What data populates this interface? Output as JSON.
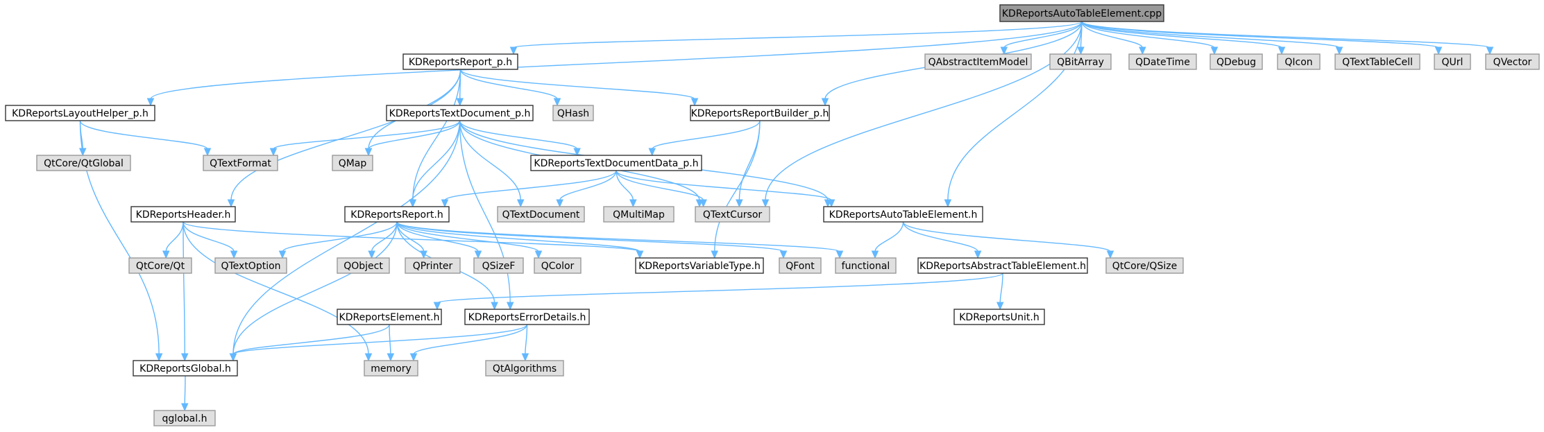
{
  "diagram": {
    "type": "include-dependency-graph",
    "colors": {
      "edge": "#63b8ff",
      "root_fill": "#999999",
      "project_fill": "#ffffff",
      "external_fill": "#e0e0e0",
      "project_stroke": "#333333",
      "external_stroke": "#999999"
    },
    "nodes": [
      {
        "id": "root",
        "label": "KDReportsAutoTableElement.cpp",
        "kind": "root"
      },
      {
        "id": "report_p",
        "label": "KDReportsReport_p.h",
        "kind": "project"
      },
      {
        "id": "qabstractitemmodel",
        "label": "QAbstractItemModel",
        "kind": "external"
      },
      {
        "id": "qbitarray",
        "label": "QBitArray",
        "kind": "external"
      },
      {
        "id": "qdatetime",
        "label": "QDateTime",
        "kind": "external"
      },
      {
        "id": "qdebug",
        "label": "QDebug",
        "kind": "external"
      },
      {
        "id": "qicon",
        "label": "QIcon",
        "kind": "external"
      },
      {
        "id": "qtexttablecell",
        "label": "QTextTableCell",
        "kind": "external"
      },
      {
        "id": "qurl",
        "label": "QUrl",
        "kind": "external"
      },
      {
        "id": "qvector",
        "label": "QVector",
        "kind": "external"
      },
      {
        "id": "layouthelper",
        "label": "KDReportsLayoutHelper_p.h",
        "kind": "project"
      },
      {
        "id": "textdocument_p",
        "label": "KDReportsTextDocument_p.h",
        "kind": "project"
      },
      {
        "id": "qhash",
        "label": "QHash",
        "kind": "external"
      },
      {
        "id": "reportbuilder",
        "label": "KDReportsReportBuilder_p.h",
        "kind": "project"
      },
      {
        "id": "qtglobal",
        "label": "QtCore/QtGlobal",
        "kind": "external"
      },
      {
        "id": "qtextformat",
        "label": "QTextFormat",
        "kind": "external"
      },
      {
        "id": "qmap",
        "label": "QMap",
        "kind": "external"
      },
      {
        "id": "textdocumentdata",
        "label": "KDReportsTextDocumentData_p.h",
        "kind": "project"
      },
      {
        "id": "header",
        "label": "KDReportsHeader.h",
        "kind": "project"
      },
      {
        "id": "report",
        "label": "KDReportsReport.h",
        "kind": "project"
      },
      {
        "id": "qtextdocument",
        "label": "QTextDocument",
        "kind": "external"
      },
      {
        "id": "qmultimap",
        "label": "QMultiMap",
        "kind": "external"
      },
      {
        "id": "qtextcursor",
        "label": "QTextCursor",
        "kind": "external"
      },
      {
        "id": "autotable",
        "label": "KDReportsAutoTableElement.h",
        "kind": "project"
      },
      {
        "id": "qtcoreqt",
        "label": "QtCore/Qt",
        "kind": "external"
      },
      {
        "id": "qtextoption",
        "label": "QTextOption",
        "kind": "external"
      },
      {
        "id": "qobject",
        "label": "QObject",
        "kind": "external"
      },
      {
        "id": "qprinter",
        "label": "QPrinter",
        "kind": "external"
      },
      {
        "id": "qsizef",
        "label": "QSizeF",
        "kind": "external"
      },
      {
        "id": "qcolor",
        "label": "QColor",
        "kind": "external"
      },
      {
        "id": "variabletype",
        "label": "KDReportsVariableType.h",
        "kind": "project"
      },
      {
        "id": "qfont",
        "label": "QFont",
        "kind": "external"
      },
      {
        "id": "functional",
        "label": "functional",
        "kind": "external"
      },
      {
        "id": "abstracttable",
        "label": "KDReportsAbstractTableElement.h",
        "kind": "project"
      },
      {
        "id": "qtcoreqsize",
        "label": "QtCore/QSize",
        "kind": "external"
      },
      {
        "id": "element",
        "label": "KDReportsElement.h",
        "kind": "project"
      },
      {
        "id": "errordetails",
        "label": "KDReportsErrorDetails.h",
        "kind": "project"
      },
      {
        "id": "unit",
        "label": "KDReportsUnit.h",
        "kind": "project"
      },
      {
        "id": "global",
        "label": "KDReportsGlobal.h",
        "kind": "project"
      },
      {
        "id": "memory",
        "label": "memory",
        "kind": "external"
      },
      {
        "id": "qtalgorithms",
        "label": "QtAlgorithms",
        "kind": "external"
      },
      {
        "id": "qglobal",
        "label": "qglobal.h",
        "kind": "external"
      }
    ],
    "edges": [
      [
        "root",
        "report_p"
      ],
      [
        "root",
        "qabstractitemmodel"
      ],
      [
        "root",
        "qbitarray"
      ],
      [
        "root",
        "qdatetime"
      ],
      [
        "root",
        "qdebug"
      ],
      [
        "root",
        "qicon"
      ],
      [
        "root",
        "qtexttablecell"
      ],
      [
        "root",
        "qurl"
      ],
      [
        "root",
        "qvector"
      ],
      [
        "root",
        "layouthelper"
      ],
      [
        "root",
        "reportbuilder"
      ],
      [
        "root",
        "qtextcursor"
      ],
      [
        "root",
        "autotable"
      ],
      [
        "report_p",
        "textdocument_p"
      ],
      [
        "report_p",
        "qhash"
      ],
      [
        "report_p",
        "reportbuilder"
      ],
      [
        "report_p",
        "header"
      ],
      [
        "report_p",
        "qmap"
      ],
      [
        "report_p",
        "report"
      ],
      [
        "layouthelper",
        "qtglobal"
      ],
      [
        "layouthelper",
        "qtextformat"
      ],
      [
        "layouthelper",
        "global"
      ],
      [
        "textdocument_p",
        "qtextformat"
      ],
      [
        "textdocument_p",
        "qmap"
      ],
      [
        "textdocument_p",
        "textdocumentdata"
      ],
      [
        "textdocument_p",
        "report"
      ],
      [
        "textdocument_p",
        "qtextdocument"
      ],
      [
        "textdocument_p",
        "qtextcursor"
      ],
      [
        "textdocument_p",
        "autotable"
      ],
      [
        "textdocument_p",
        "global"
      ],
      [
        "textdocument_p",
        "errordetails"
      ],
      [
        "reportbuilder",
        "textdocumentdata"
      ],
      [
        "reportbuilder",
        "qtextcursor"
      ],
      [
        "reportbuilder",
        "variabletype"
      ],
      [
        "textdocumentdata",
        "report"
      ],
      [
        "textdocumentdata",
        "qtextdocument"
      ],
      [
        "textdocumentdata",
        "qmultimap"
      ],
      [
        "textdocumentdata",
        "qtextcursor"
      ],
      [
        "textdocumentdata",
        "autotable"
      ],
      [
        "header",
        "qtcoreqt"
      ],
      [
        "header",
        "qtextoption"
      ],
      [
        "header",
        "global"
      ],
      [
        "header",
        "memory"
      ],
      [
        "header",
        "variabletype"
      ],
      [
        "report",
        "qtextoption"
      ],
      [
        "report",
        "qobject"
      ],
      [
        "report",
        "qprinter"
      ],
      [
        "report",
        "qsizef"
      ],
      [
        "report",
        "qcolor"
      ],
      [
        "report",
        "qfont"
      ],
      [
        "report",
        "functional"
      ],
      [
        "report",
        "global"
      ],
      [
        "report",
        "variabletype"
      ],
      [
        "report",
        "errordetails"
      ],
      [
        "autotable",
        "functional"
      ],
      [
        "autotable",
        "abstracttable"
      ],
      [
        "autotable",
        "qtcoreqsize"
      ],
      [
        "abstracttable",
        "element"
      ],
      [
        "abstracttable",
        "unit"
      ],
      [
        "element",
        "global"
      ],
      [
        "element",
        "memory"
      ],
      [
        "errordetails",
        "global"
      ],
      [
        "errordetails",
        "memory"
      ],
      [
        "errordetails",
        "qtalgorithms"
      ],
      [
        "global",
        "qglobal"
      ]
    ]
  }
}
